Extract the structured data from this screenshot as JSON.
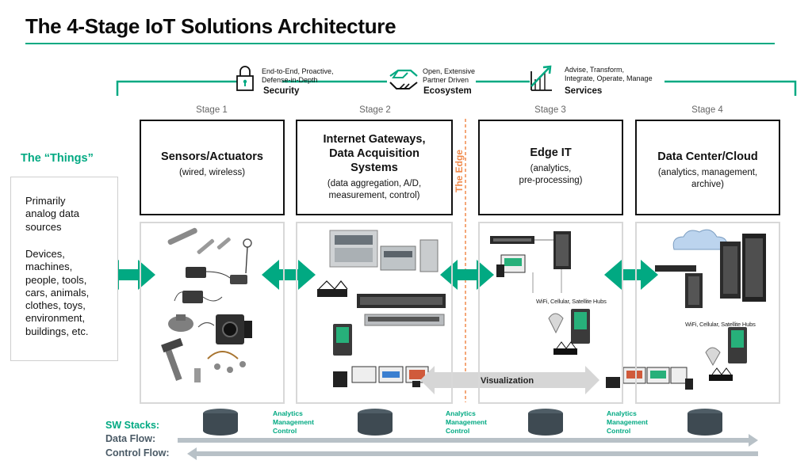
{
  "title": "The 4-Stage IoT Solutions Architecture",
  "features": [
    {
      "icon": "lock-icon",
      "text": [
        "End-to-End, Proactive,",
        "Defense-in-Depth"
      ],
      "label": "Security"
    },
    {
      "icon": "handshake-icon",
      "text": [
        "Open, Extensive",
        "Partner Driven"
      ],
      "label": "Ecosystem"
    },
    {
      "icon": "growth-chart-icon",
      "text": [
        "Advise, Transform,",
        "Integrate, Operate, Manage"
      ],
      "label": "Services"
    }
  ],
  "stages": [
    {
      "stage": "Stage 1",
      "title": [
        "Sensors/Actuators"
      ],
      "subtitle": [
        "(wired, wireless)"
      ]
    },
    {
      "stage": "Stage 2",
      "title": [
        "Internet Gateways,",
        "Data Acquisition",
        "Systems"
      ],
      "subtitle": [
        "(data aggregation, A/D,",
        "measurement, control)"
      ]
    },
    {
      "stage": "Stage 3",
      "title": [
        "Edge IT"
      ],
      "subtitle": [
        "(analytics,",
        "pre-processing)"
      ]
    },
    {
      "stage": "Stage 4",
      "title": [
        "Data Center/Cloud"
      ],
      "subtitle": [
        "(analytics, management,",
        "archive)"
      ]
    }
  ],
  "things": {
    "title": "The “Things”",
    "lines1": [
      "Primarily",
      "analog data",
      "sources"
    ],
    "lines2": [
      "Devices,",
      "machines,",
      "people, tools,",
      "cars, animals,",
      "clothes, toys,",
      "environment,",
      "buildings, etc."
    ]
  },
  "edge_label": "The Edge",
  "hub_labels": [
    "WiFi, Cellular, Satellite Hubs",
    "WiFi, Cellular, Satellite Hubs"
  ],
  "visualization": "Visualization",
  "amc": [
    [
      "Analytics",
      "Management",
      "Control"
    ],
    [
      "Analytics",
      "Management",
      "Control"
    ],
    [
      "Analytics",
      "Management",
      "Control"
    ]
  ],
  "sw": {
    "stacks": "SW Stacks:",
    "data_flow": "Data Flow:",
    "control_flow": "Control Flow:"
  },
  "colors": {
    "accent": "#01a982",
    "edge": "#f08a4b",
    "panel_border": "#d8d8d8",
    "gray_arrow": "#b8c1c7"
  }
}
